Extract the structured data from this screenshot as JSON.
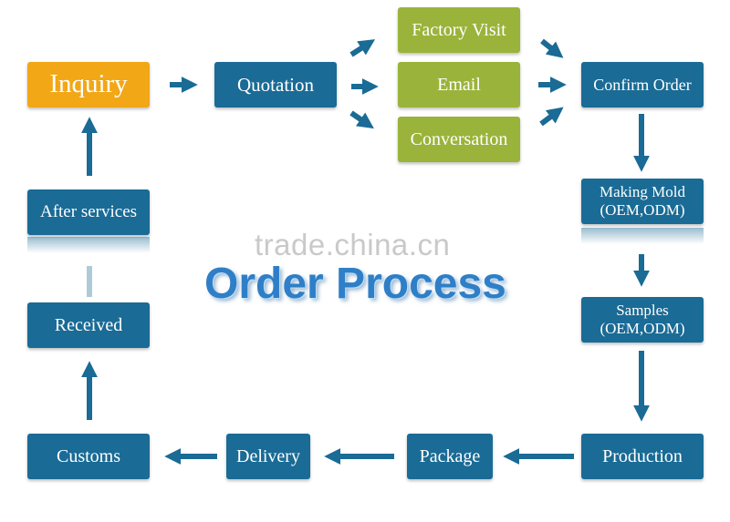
{
  "title": "Order Process",
  "watermark": "trade.china.cn",
  "steps": {
    "inquiry": "Inquiry",
    "quotation": "Quotation",
    "factory_visit": "Factory Visit",
    "email": "Email",
    "conversation": "Conversation",
    "confirm_order": "Confirm Order",
    "making_mold": [
      "Making Mold",
      "(OEM,ODM)"
    ],
    "samples": [
      "Samples",
      "(OEM,ODM)"
    ],
    "production": "Production",
    "package": "Package",
    "delivery": "Delivery",
    "customs": "Customs",
    "received": "Received",
    "after_services": "After services"
  },
  "colors": {
    "step": "#1a6b95",
    "contact": "#9ab33a",
    "start": "#f2a716",
    "arrow": "#1a6b95",
    "title": "#2e7fc7"
  }
}
